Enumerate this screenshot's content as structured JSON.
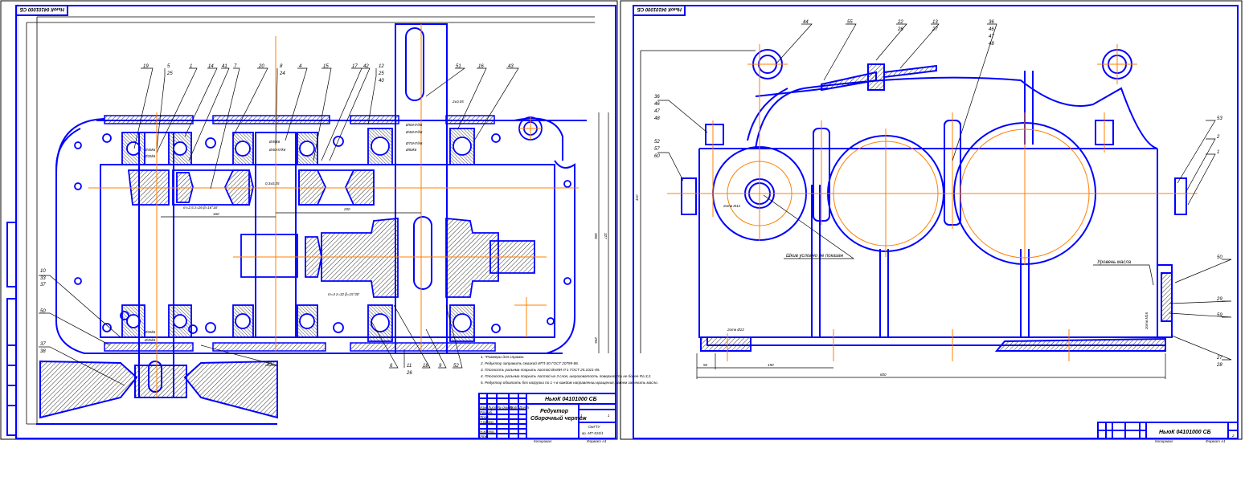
{
  "sheets": [
    {
      "id": "sheet-1",
      "corner_stamp": "НьюК 04101000 СБ",
      "callouts_top": [
        {
          "num": "19"
        },
        {
          "num": "5",
          "sub": [
            "25"
          ]
        },
        {
          "num": "1"
        },
        {
          "num": "14"
        },
        {
          "num": "41"
        },
        {
          "num": "7"
        },
        {
          "num": "20"
        },
        {
          "num": "8",
          "sub": [
            "24"
          ]
        },
        {
          "num": "4"
        },
        {
          "num": "15"
        },
        {
          "num": "17"
        },
        {
          "num": "42"
        },
        {
          "num": "12",
          "sub": [
            "25",
            "40"
          ]
        },
        {
          "num": "51"
        },
        {
          "num": "16"
        },
        {
          "num": "43"
        }
      ],
      "callouts_left": [
        {
          "num": "10",
          "sub": [
            "33",
            "37"
          ]
        },
        {
          "num": "50"
        },
        {
          "num": "37",
          "sub": [
            "38"
          ]
        }
      ],
      "callouts_bottom": [
        {
          "num": "34"
        },
        {
          "num": "6"
        },
        {
          "num": "11",
          "sub": [
            "26"
          ]
        },
        {
          "num": "18"
        },
        {
          "num": "9"
        },
        {
          "num": "52"
        }
      ],
      "dimensions": {
        "center_distance_1": "160",
        "center_distance_2": "200",
        "height_a": "368",
        "height_b": "327",
        "height_c": "255",
        "gap": "2±0,05",
        "gear_1": "m=2,5  z=26  β=16°16'",
        "gear_2": "m=4  z=32  β=15°30'",
        "fits": [
          "Ø35k6",
          "Ø40H7/k6",
          "Ø45k6",
          "Ø50H7/k6",
          "Ø70H7/k6",
          "Ø80k6",
          "0,3±0,25"
        ]
      },
      "notes": [
        "1. *Размеры для справок.",
        "2. Редуктор заправить смазкой ИГП-30 ГОСТ 20799-88.",
        "3. Плоскость разъема покрыть пастой ВНИИ-Л-1 ГОСТ 25.1021-85.",
        "4. Плоскость разъема покрыть пастой на 3 слоя, шероховатость поверхности не более Ra 3,2.",
        "5. Редуктор обкатать без нагрузки по 1 ч в каждом направлении вращения, затем заменить масло."
      ],
      "title_block": {
        "designation": "НьюК 04101000 СБ",
        "title_line1": "Редуктор",
        "title_line2": "Сборочный чертеж",
        "sheet_info": "1",
        "sheets_total": "1",
        "org_line1": "ОмГТУ",
        "org_line2": "гр. МТ-515/1",
        "bottom_left": "Копировал",
        "bottom_right": "Формат А1",
        "row_labels": [
          "Изм",
          "Лист",
          "№ докум.",
          "Подп.",
          "Дата",
          "Разраб.",
          "Пров.",
          "Т.контр.",
          "Н.контр.",
          "Утв."
        ]
      }
    },
    {
      "id": "sheet-2",
      "corner_stamp": "НьюК 04101000 СБ",
      "callouts_top": [
        {
          "num": "44"
        },
        {
          "num": "55"
        },
        {
          "num": "22",
          "sub": [
            "26"
          ]
        },
        {
          "num": "13",
          "sub": [
            "27"
          ]
        },
        {
          "num": "36",
          "sub": [
            "46",
            "47",
            "48"
          ]
        }
      ],
      "callouts_left": [
        {
          "num": "36",
          "sub": [
            "46",
            "47",
            "48"
          ]
        },
        {
          "num": "52",
          "sub": [
            "57",
            "60"
          ]
        }
      ],
      "callouts_right": [
        {
          "num": "53"
        },
        {
          "num": "2"
        },
        {
          "num": "1"
        },
        {
          "num": "50"
        },
        {
          "num": "29"
        },
        {
          "num": "59"
        },
        {
          "num": "27",
          "sub": [
            "28"
          ]
        }
      ],
      "annotations": {
        "shaft_note": "Шкив условно не показан",
        "oil_level": "Уровень масла",
        "chamfer": "2отв Ø22",
        "oil_dim": "2отв М16",
        "ring": "2отв М12"
      },
      "dimensions": {
        "left_offset": "50",
        "center_span": "190",
        "overall_length": "600",
        "height": "410"
      },
      "title_block": {
        "designation": "НьюК 04101000 СБ",
        "bottom_left": "Копировал",
        "bottom_right": "Формат А1",
        "sheet_no": "2"
      }
    }
  ],
  "colors": {
    "outline": "#0000ff",
    "centerline": "#ff8000",
    "leader": "#000000",
    "hatch": "#000000",
    "paper": "#ffffff",
    "frame_gray": "#bdbdbd"
  }
}
